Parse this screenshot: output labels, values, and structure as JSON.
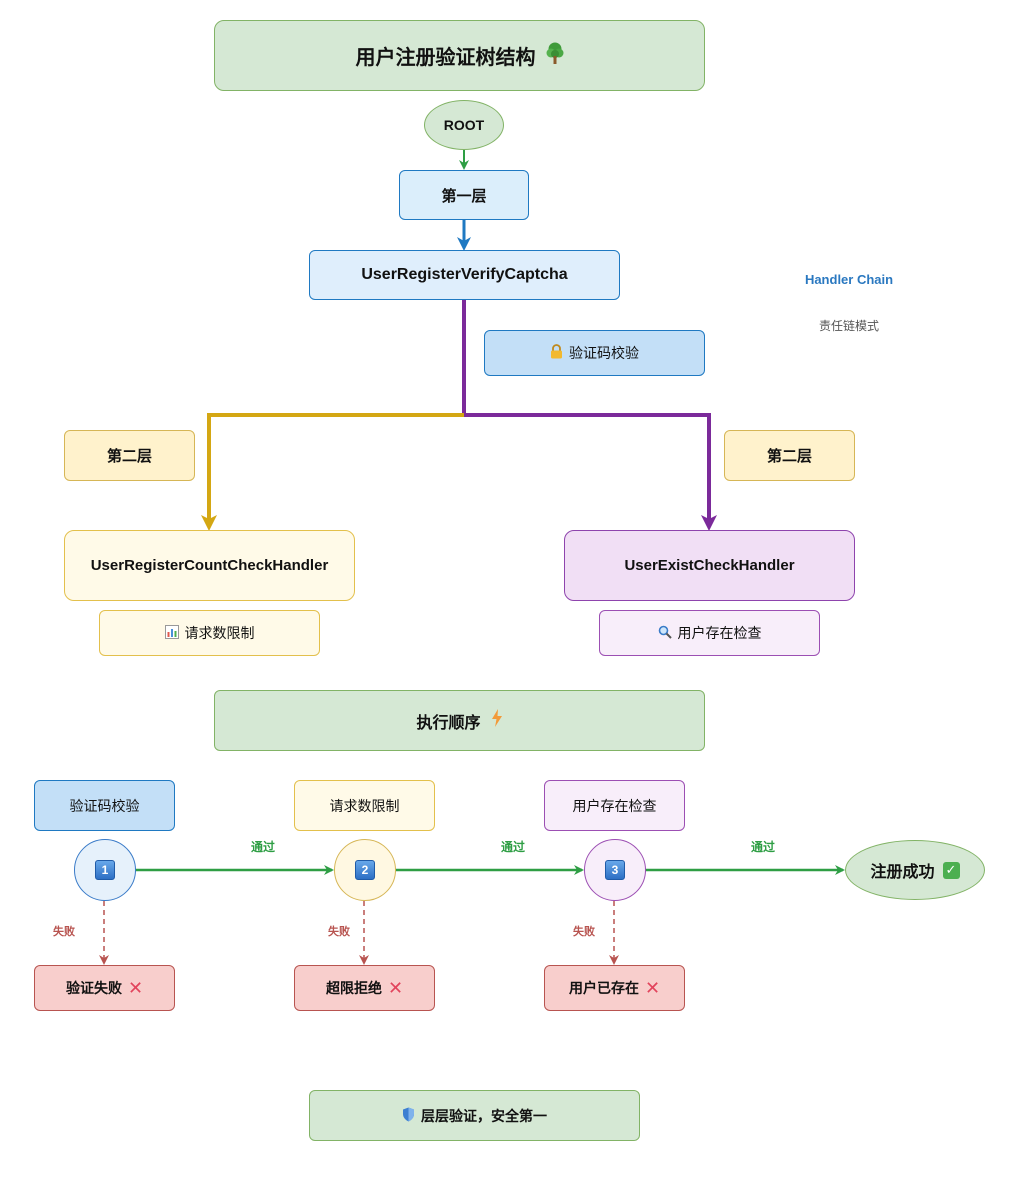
{
  "title": {
    "text": "用户注册验证树结构",
    "icon": "tree-icon"
  },
  "tree": {
    "root": "ROOT",
    "level1": "第一层",
    "captcha_handler": "UserRegisterVerifyCaptcha",
    "captcha_desc": "验证码校验",
    "level2_left": "第二层",
    "level2_right": "第二层",
    "count_handler": "UserRegisterCountCheckHandler",
    "count_desc": "请求数限制",
    "exist_handler": "UserExistCheckHandler",
    "exist_desc": "用户存在检查"
  },
  "side_note": {
    "title": "Handler Chain",
    "subtitle": "责任链模式"
  },
  "flow": {
    "title": "执行顺序",
    "steps": [
      {
        "label": "验证码校验",
        "num": "1",
        "fail_text": "验证失败"
      },
      {
        "label": "请求数限制",
        "num": "2",
        "fail_text": "超限拒绝"
      },
      {
        "label": "用户存在检查",
        "num": "3",
        "fail_text": "用户已存在"
      }
    ],
    "pass_label": "通过",
    "fail_label": "失败",
    "success": "注册成功"
  },
  "footer": "层层验证，安全第一",
  "colors": {
    "green_arrow": "#2e9e44",
    "blue_arrow": "#1f79c2",
    "purple_line": "#7b2a9a",
    "yellow_line": "#d4a713",
    "fail_line": "#b85450"
  }
}
